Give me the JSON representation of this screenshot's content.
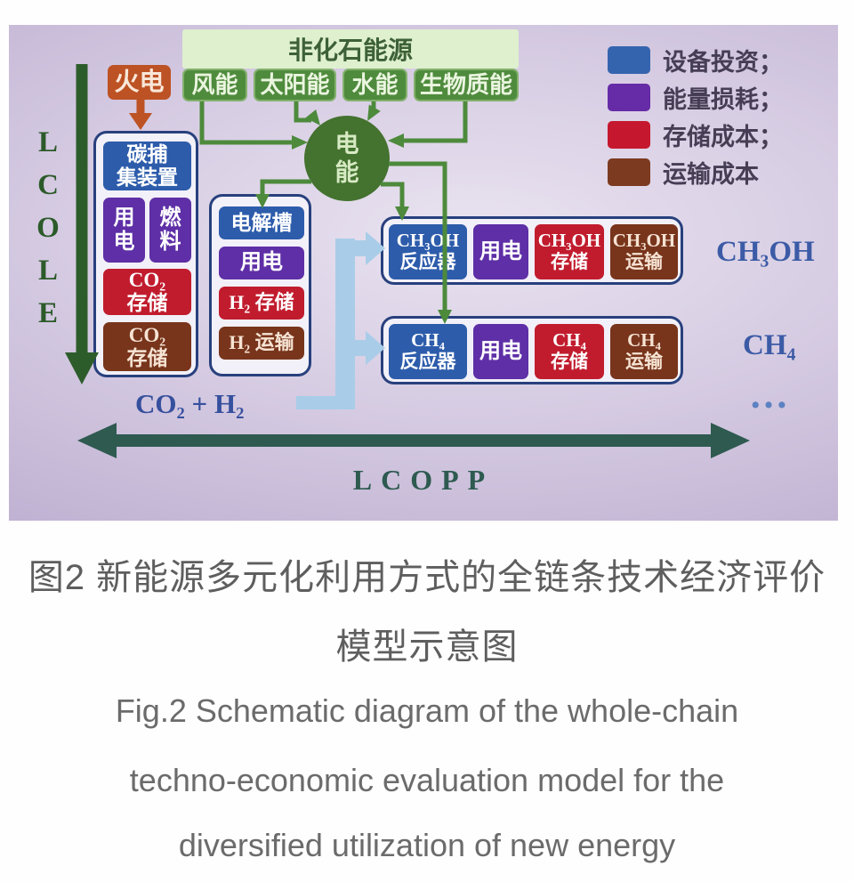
{
  "diagram": {
    "lcole": [
      "L",
      "C",
      "O",
      "L",
      "E"
    ],
    "lcopp": "LCOPP",
    "co2_h2_label": "CO₂ + H₂",
    "non_fossil_header": "非化石能源",
    "thermal_power": "火电",
    "renewables": [
      "风能",
      "太阳能",
      "水能",
      "生物质能"
    ],
    "electric_energy": "电\n能",
    "capture_chain": [
      "碳捕\n集装置",
      "用\n电",
      "燃\n料",
      "CO₂\n存储",
      "CO₂\n存储"
    ],
    "h2_chain": [
      "电解槽",
      "用电",
      "H₂ 存储",
      "H₂ 运输"
    ],
    "ch3oh_chain": [
      "CH₃OH\n反应器",
      "用电",
      "CH₃OH\n存储",
      "CH₃OH\n运输"
    ],
    "ch4_chain": [
      "CH₄\n反应器",
      "用电",
      "CH₄\n存储",
      "CH₄\n运输"
    ],
    "products": {
      "methanol": "CH₃OH",
      "methane": "CH₄",
      "more": "…"
    },
    "legend": [
      {
        "label": "设备投资；",
        "color": "#3564ae"
      },
      {
        "label": "能量损耗；",
        "color": "#662ba6"
      },
      {
        "label": "存储成本；",
        "color": "#c5182e"
      },
      {
        "label": "运输成本",
        "color": "#7c3a20"
      }
    ],
    "colors": {
      "flow_green": "#4d8a3c",
      "thermal_orange": "#bd5224",
      "lcole_green": "#2d5c2b",
      "lcopp_teal": "#2e5a50",
      "feed_pipe_blue": "#a9cde8"
    }
  },
  "caption": {
    "zh_line1": "图2 新能源多元化利用方式的全链条技术经济评价",
    "zh_line2": "模型示意图",
    "en_line1": "Fig.2 Schematic diagram of the whole-chain",
    "en_line2": "techno-economic evaluation model for the",
    "en_line3": "diversified utilization of new energy"
  }
}
